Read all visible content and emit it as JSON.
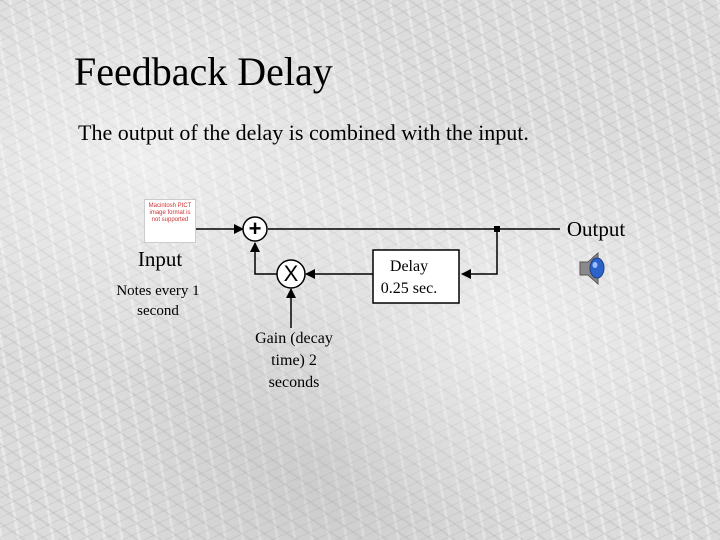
{
  "slide": {
    "title": "Feedback Delay",
    "subtitle": "The output of the delay is combined with the input."
  },
  "diagram": {
    "input": {
      "label": "Input",
      "note": "Notes every 1 second"
    },
    "placeholder_image_text": "Macintosh PICT image format is not supported",
    "adder": {
      "symbol": "+"
    },
    "multiplier": {
      "symbol": "X"
    },
    "gain": {
      "label": "Gain (decay time) 2 seconds"
    },
    "delay": {
      "label": "Delay 0.25 sec."
    },
    "output": {
      "label": "Output"
    },
    "speaker_icon": "speaker-icon"
  }
}
